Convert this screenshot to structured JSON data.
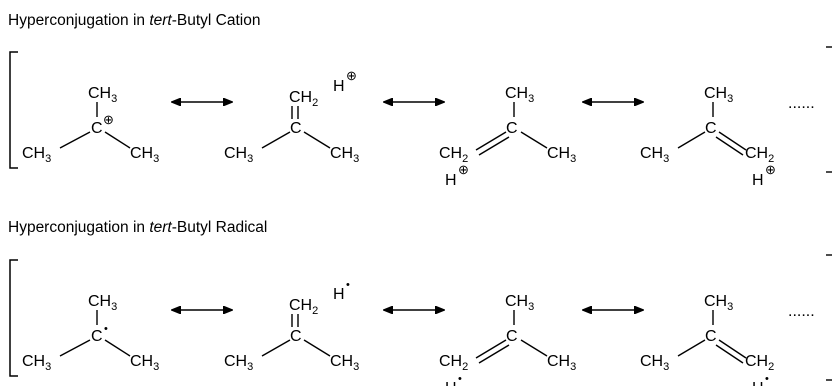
{
  "cation_title": {
    "pre": "Hyperconjugation in ",
    "italic": "tert",
    "post": "-Butyl Cation"
  },
  "radical_title": {
    "pre": "Hyperconjugation in ",
    "italic": "tert",
    "post": "-Butyl Radical"
  },
  "atoms": {
    "ch": "CH",
    "sub3": "3",
    "sub2": "2",
    "c": "C",
    "h": "H"
  },
  "symbols": {
    "plus": "⊕",
    "dot": "•",
    "ellipsis": "......"
  }
}
